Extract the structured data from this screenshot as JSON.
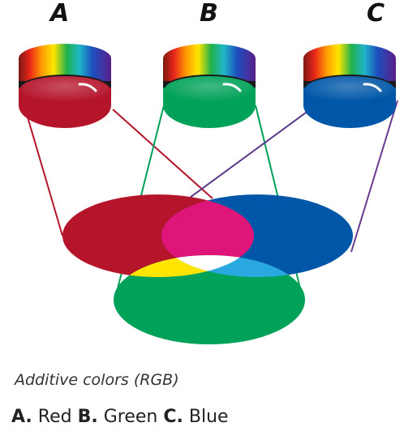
{
  "lamps": [
    {
      "letter": "A",
      "name": "Red",
      "color": "#b5152b"
    },
    {
      "letter": "B",
      "name": "Green",
      "color": "#00a158"
    },
    {
      "letter": "C",
      "name": "Blue",
      "color": "#0057a8"
    }
  ],
  "overlaps": {
    "red_green": "#ffe500",
    "red_blue": "#e0157a",
    "green_blue": "#2aa9e0",
    "all": "#ffffff"
  },
  "caption": "Additive colors (RGB)",
  "key": {
    "a_letter": "A.",
    "a_text": "Red",
    "b_letter": "B.",
    "b_text": "Green",
    "c_letter": "C.",
    "c_text": "Blue"
  }
}
